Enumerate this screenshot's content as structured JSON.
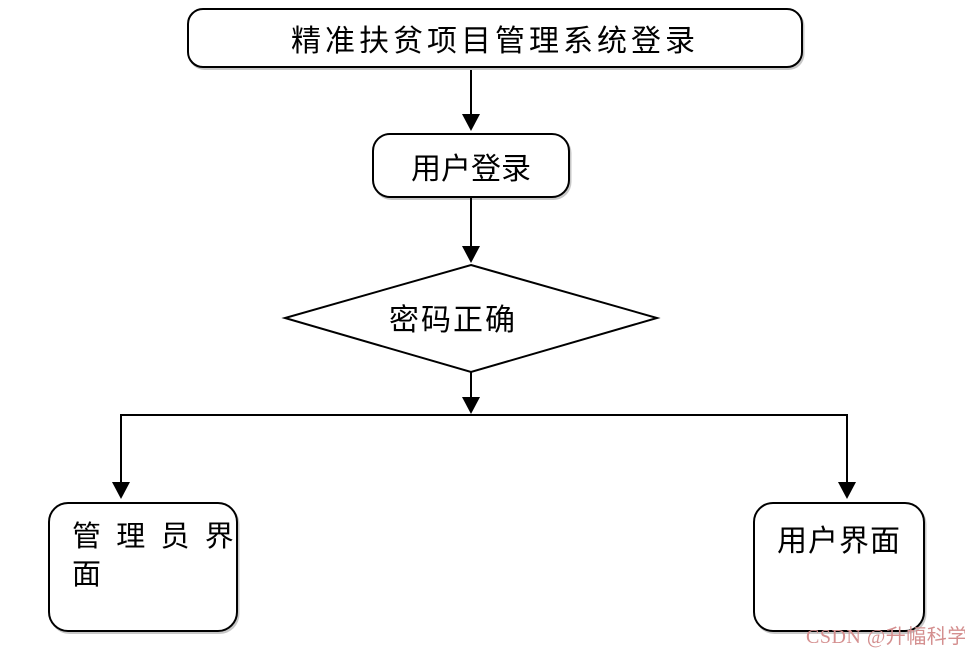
{
  "diagram": {
    "type": "flowchart",
    "background_color": "#ffffff",
    "line_color": "#000000",
    "nodes": {
      "title": {
        "shape": "rounded-rectangle",
        "label": "精准扶贫项目管理系统登录"
      },
      "login": {
        "shape": "rounded-rectangle",
        "label": "用户登录"
      },
      "decision": {
        "shape": "diamond",
        "label": "密码正确"
      },
      "admin": {
        "shape": "rounded-rectangle",
        "label": "管 理 员 界 面"
      },
      "user": {
        "shape": "rounded-rectangle",
        "label": "用户界面"
      }
    },
    "edges": [
      {
        "from": "title",
        "to": "login",
        "style": "arrow-down"
      },
      {
        "from": "login",
        "to": "decision",
        "style": "arrow-down"
      },
      {
        "from": "decision",
        "to": "admin",
        "style": "arrow-down-left-branch"
      },
      {
        "from": "decision",
        "to": "user",
        "style": "arrow-down-right-branch"
      }
    ]
  },
  "watermark": {
    "text": "CSDN @升幅科学",
    "color": "#d48f8f"
  }
}
